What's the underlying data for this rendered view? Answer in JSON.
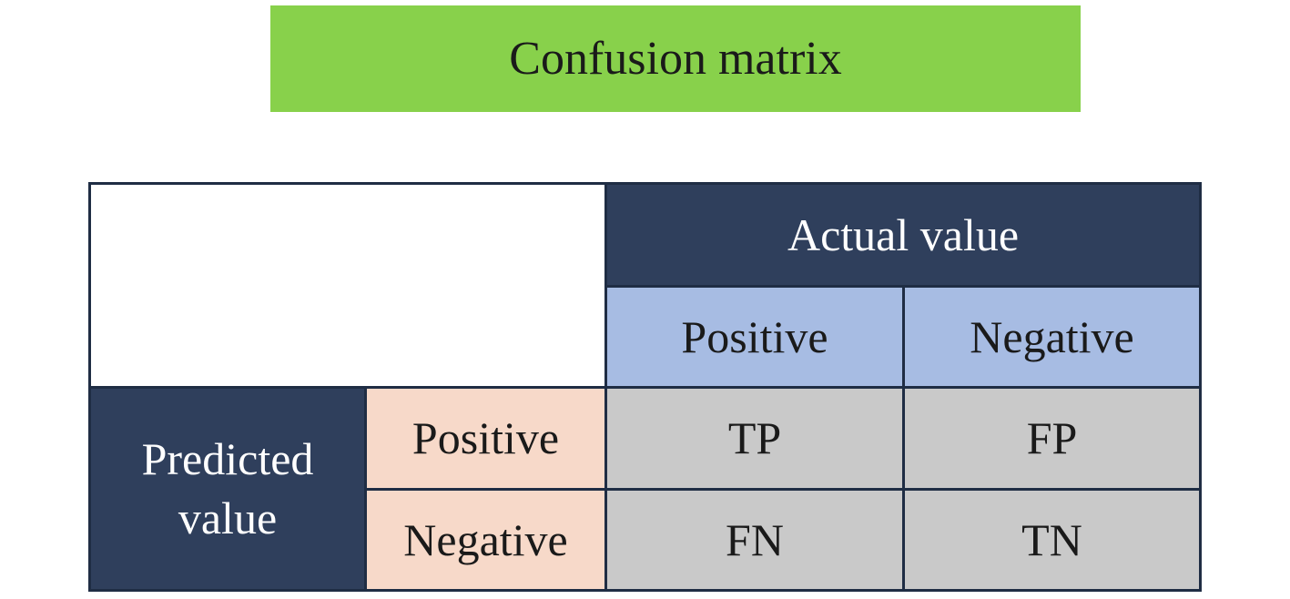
{
  "title": "Confusion matrix",
  "header": {
    "actual_label": "Actual value",
    "actual_classes": [
      "Positive",
      "Negative"
    ]
  },
  "side": {
    "predicted_label_line1": "Predicted",
    "predicted_label_line2": "value",
    "predicted_classes": [
      "Positive",
      "Negative"
    ]
  },
  "cells": [
    [
      "TP",
      "FP"
    ],
    [
      "FN",
      "TN"
    ]
  ],
  "colors": {
    "title_bg": "#88d14b",
    "header_dark": "#2f3f5c",
    "actual_class_bg": "#a7bce3",
    "predicted_class_bg": "#f7d9c9",
    "cell_bg": "#c9c9c9"
  }
}
